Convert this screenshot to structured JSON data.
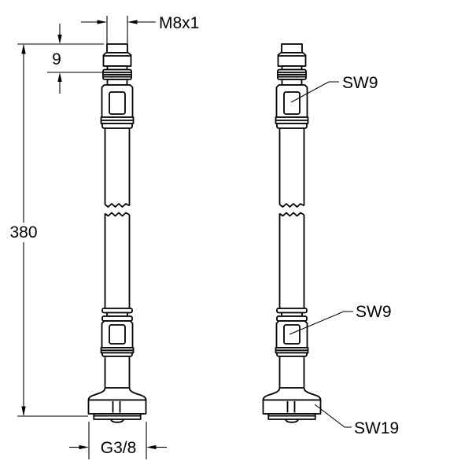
{
  "page": {
    "background_color": "#ffffff",
    "line_color": "#000000",
    "text_color": "#000000",
    "drawing_type": "technical dimension drawing, two views of a flexible connection hose"
  },
  "dimensions": {
    "top_thread": "M8x1",
    "top_thread_length": "9",
    "overall_length": "380",
    "bottom_thread": "G3/8"
  },
  "callouts": {
    "top_wrench_size": "SW9",
    "middle_wrench_size": "SW9",
    "nut_wrench_size": "SW19"
  }
}
